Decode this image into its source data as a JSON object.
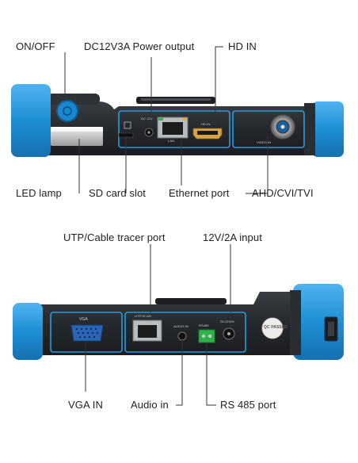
{
  "top": {
    "labels": {
      "on_off": "ON/OFF",
      "power_output": "DC12V3A Power output",
      "hd_in": "HD IN",
      "led_lamp": "LED lamp",
      "sd_card_slot": "SD card slot",
      "ethernet_port": "Ethernet port",
      "ahd_cvi_tvi": "AHD/CVI/TVI"
    },
    "markings": {
      "dc_out": "DC 12V",
      "lan": "LAN",
      "hd_in": "HD IN",
      "video_in": "VIDEO IN"
    }
  },
  "bottom": {
    "labels": {
      "utp_cable_tracer": "UTP/Cable tracer port",
      "input_12v": "12V/2A input",
      "vga_in": "VGA IN",
      "audio_in": "Audio in",
      "rs485": "RS 485 port"
    },
    "markings": {
      "vga": "VGA",
      "utp_can": "UTP/SCAN",
      "audio_in": "AUDIO IN",
      "rs485": "RS485",
      "dc_in": "DC12VIN",
      "qc_passed": "QC PASSED"
    }
  },
  "colors": {
    "device_body": "#2a2d31",
    "bumper_blue": "#1f8fd6",
    "outline_blue": "#2a9be0",
    "terminal_green": "#2fb24a",
    "gold": "#d9a441"
  }
}
